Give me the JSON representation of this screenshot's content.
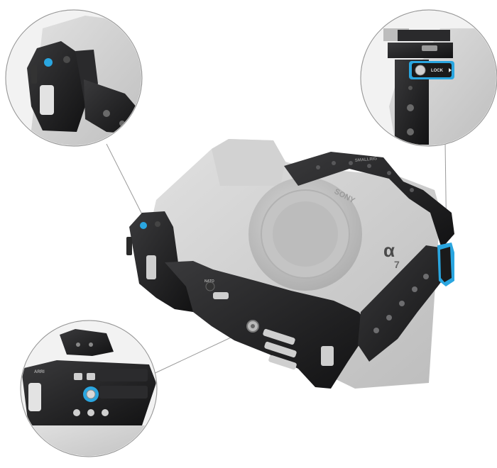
{
  "labels": {
    "lock": "LOCK",
    "brand": "SONY",
    "mount_text": "SMALLRIG",
    "model_mark": "α",
    "model_digit": "7",
    "nato_mark": "NATO",
    "arri_mark": "ARRI"
  },
  "colors": {
    "accent_blue": "#2aa6e0",
    "cage_black": "#1c1c1e",
    "camera_gray": "#cfcfcf",
    "callout_line": "#9a9a9a"
  }
}
